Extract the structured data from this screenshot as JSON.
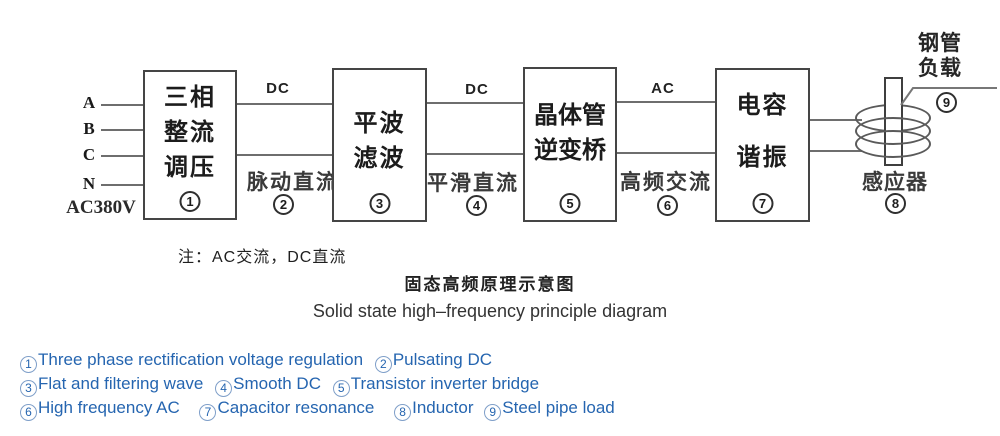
{
  "diagram": {
    "phase_labels": [
      "A",
      "B",
      "C",
      "N"
    ],
    "voltage_label": "AC380V",
    "boxes": [
      {
        "lines": [
          "三相",
          "整流",
          "调压"
        ],
        "num": "1"
      },
      {
        "lines": [
          "平波",
          "滤波"
        ],
        "num": "3"
      },
      {
        "lines": [
          "晶体管",
          "逆变桥"
        ],
        "num": "5"
      },
      {
        "lines": [
          "电容",
          "谐振"
        ],
        "num": "7"
      }
    ],
    "links": [
      {
        "label": "DC",
        "caption": "脉动直流",
        "num": "2"
      },
      {
        "label": "DC",
        "caption": "平滑直流",
        "num": "4"
      },
      {
        "label": "AC",
        "caption": "高频交流",
        "num": "6"
      }
    ],
    "inductor": {
      "caption": "感应器",
      "num": "8"
    },
    "load": {
      "line1": "钢管",
      "line2": "负载",
      "num": "9"
    }
  },
  "note": "注：AC交流，DC直流",
  "titles": {
    "cn": "固态高频原理示意图",
    "en": "Solid state high–frequency principle diagram"
  },
  "colors": {
    "legend_blue": "#2565b0",
    "line_gray": "#6e6e6e",
    "box_border": "#454545"
  },
  "legend": {
    "line1": [
      {
        "num": "1",
        "text": "Three phase rectification voltage regulation"
      },
      {
        "num": "2",
        "text": "Pulsating DC"
      }
    ],
    "line2": [
      {
        "num": "3",
        "text": "Flat and filtering wave"
      },
      {
        "num": "4",
        "text": "Smooth DC"
      },
      {
        "num": "5",
        "text": "Transistor inverter bridge"
      }
    ],
    "line3": [
      {
        "num": "6",
        "text": "High frequency AC"
      },
      {
        "num": "7",
        "text": "Capacitor resonance"
      },
      {
        "num": "8",
        "text": "Inductor"
      },
      {
        "num": "9",
        "text": "Steel pipe load"
      }
    ]
  }
}
